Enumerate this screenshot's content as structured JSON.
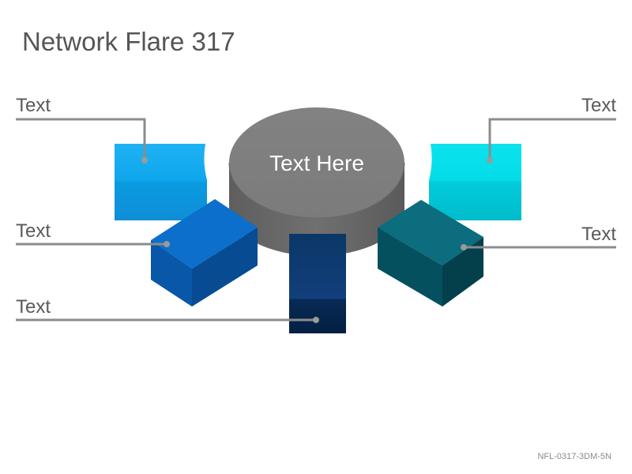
{
  "title": "Network Flare 317",
  "center_label": "Text Here",
  "labels": {
    "top_left": "Text",
    "mid_left": "Text",
    "bottom_left": "Text",
    "top_right": "Text",
    "mid_right": "Text"
  },
  "reference_code": "NFL-0317-3DM-5N",
  "colors": {
    "hub": "#7f7f7f",
    "light_blue": "#12a9ee",
    "cyan": "#05dde9",
    "blue": "#0a66c2",
    "navy": "#0d3a73",
    "teal": "#006070",
    "connector": "#8c8c8c"
  }
}
